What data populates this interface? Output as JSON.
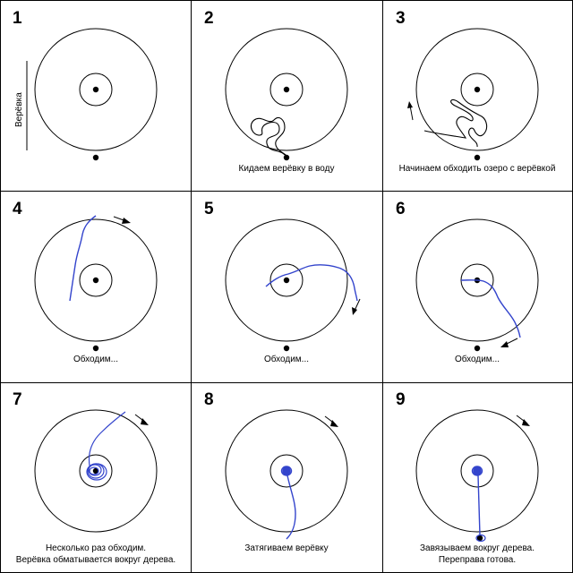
{
  "colors": {
    "rope": "#3344cc",
    "ink": "#000000",
    "background": "#ffffff"
  },
  "panels": [
    {
      "number": "1",
      "side_label": "Верёвка",
      "caption": []
    },
    {
      "number": "2",
      "caption": [
        "Кидаем верёвку в воду"
      ]
    },
    {
      "number": "3",
      "caption": [
        "Начинаем обходить озеро с верёвкой"
      ]
    },
    {
      "number": "4",
      "caption": [
        "Обходим..."
      ]
    },
    {
      "number": "5",
      "caption": [
        "Обходим..."
      ]
    },
    {
      "number": "6",
      "caption": [
        "Обходим..."
      ]
    },
    {
      "number": "7",
      "caption": [
        "Несколько раз обходим.",
        "Верёвка обматывается вокруг дерева."
      ]
    },
    {
      "number": "8",
      "caption": [
        "Затягиваем верёвку"
      ]
    },
    {
      "number": "9",
      "caption": [
        "Завязываем вокруг дерева.",
        "Переправа готова."
      ]
    }
  ]
}
